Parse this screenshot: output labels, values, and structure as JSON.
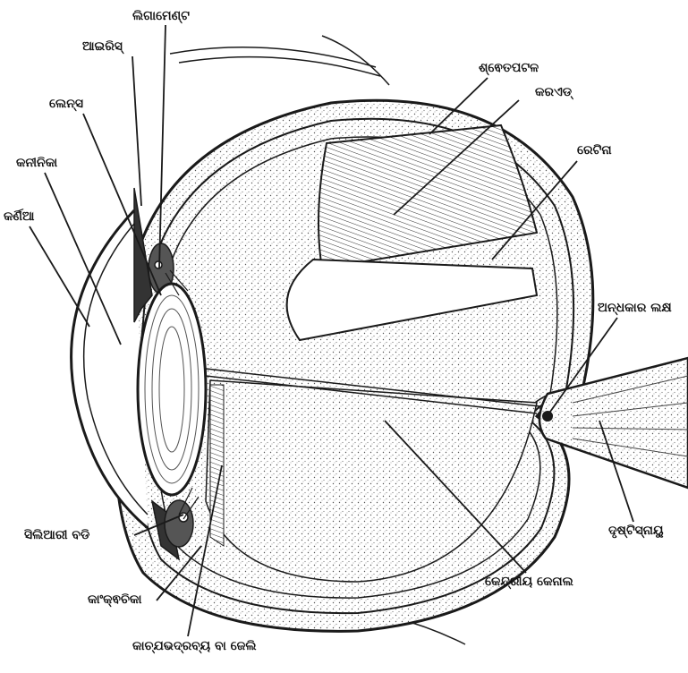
{
  "colors": {
    "ink": "#1a1a1a",
    "background": "#ffffff",
    "fill": "#f2f2f2"
  },
  "labels": {
    "ligament": "ଲିଗାମେଣ୍ଟ",
    "iris": "ଆଇରିସ୍",
    "lens": "ଲେନ୍ସ",
    "pupil": "କନୀନିକା",
    "cornea": "କର୍ଣିଆ",
    "sclera": "ଶ୍ଵେତପଟଳ",
    "choroid": "କରଏଡ୍",
    "retina": "ରେଟିନା",
    "blind_spot": "ଅନ୍ଧକାର ଲକ୍ଷ",
    "optic_nerve": "ଦୃଷ୍ଟିସ୍ନାୟୁ",
    "ciliary_body": "ସିଲିଆରୀ ବଡି",
    "central_canal": "କେନ୍ଦ୍ରୀୟ କେନାଲ",
    "aqueous_chamber": "କାଂକ୍ଵଚିକା",
    "vitreous_jelly": "କାଚ୍ଯଭଦ୍ରବ୍ୟ ବା ଜେଲି"
  }
}
